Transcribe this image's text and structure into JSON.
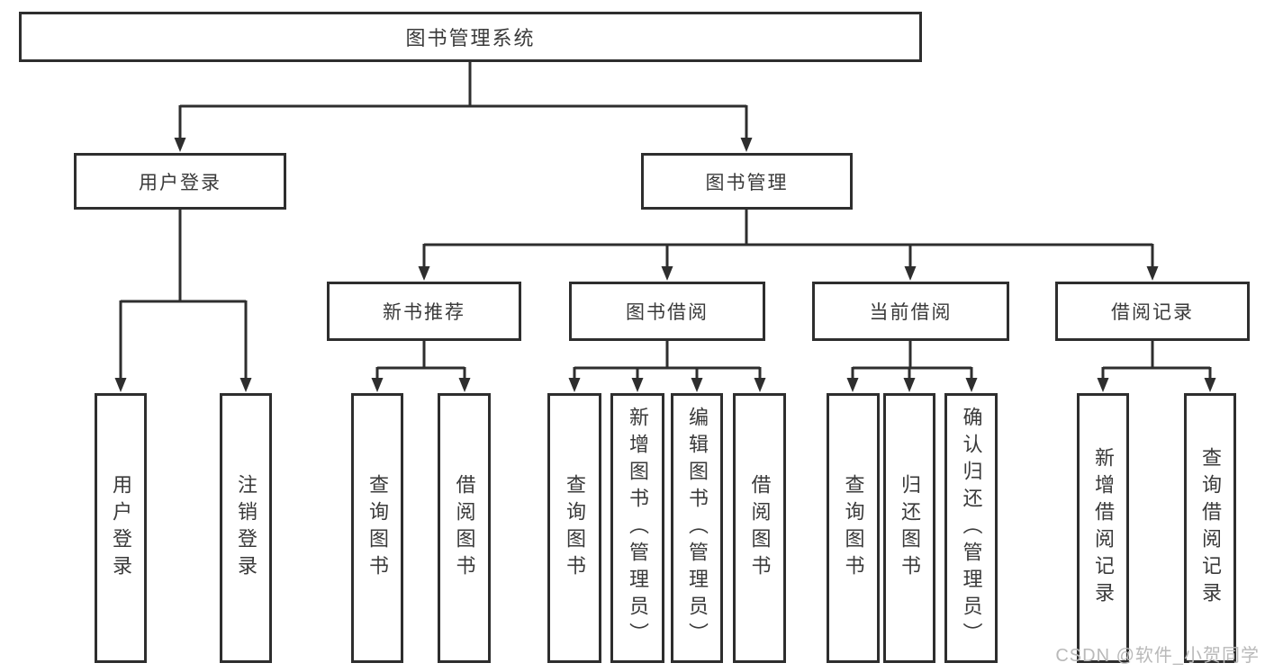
{
  "tree": {
    "label": "图书管理系统",
    "children": [
      {
        "label": "用户登录",
        "children": [
          {
            "label": "用户登录"
          },
          {
            "label": "注销登录"
          }
        ]
      },
      {
        "label": "图书管理",
        "children": [
          {
            "label": "新书推荐",
            "children": [
              {
                "label": "查询图书"
              },
              {
                "label": "借阅图书"
              }
            ]
          },
          {
            "label": "图书借阅",
            "children": [
              {
                "label": "查询图书"
              },
              {
                "label": "新增图书（管理员）"
              },
              {
                "label": "编辑图书（管理员）"
              },
              {
                "label": "借阅图书"
              }
            ]
          },
          {
            "label": "当前借阅",
            "children": [
              {
                "label": "查询图书"
              },
              {
                "label": "归还图书"
              },
              {
                "label": "确认归还（管理员）"
              }
            ]
          },
          {
            "label": "借阅记录",
            "children": [
              {
                "label": "新增借阅记录"
              },
              {
                "label": "查询借阅记录"
              }
            ]
          }
        ]
      }
    ]
  },
  "watermark": "CSDN @软件_小贺同学",
  "colors": {
    "line": "#2e2e2e",
    "text": "#3a3a3a",
    "watermark": "#b9b9b9",
    "background": "#ffffff"
  }
}
